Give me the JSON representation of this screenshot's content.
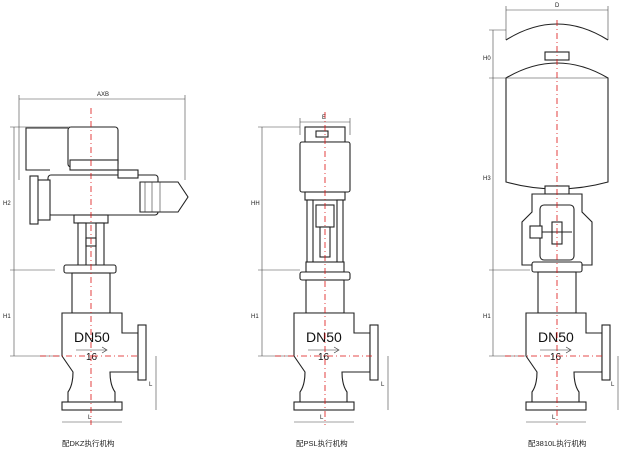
{
  "drawings": [
    {
      "actuator": "DKZ",
      "caption": "配DKZ执行机构",
      "dims": {
        "width": "AXB",
        "height_actuator": "H2",
        "height_valve": "H1",
        "flange": "L",
        "base": "L"
      },
      "body": {
        "size": "DN50",
        "pressure": "16"
      }
    },
    {
      "actuator": "PSL",
      "caption": "配PSL执行机构",
      "dims": {
        "width": "E",
        "height_actuator": "HH",
        "height_valve": "H1",
        "flange": "L",
        "base": "L"
      },
      "body": {
        "size": "DN50",
        "pressure": "16"
      }
    },
    {
      "actuator": "3810L",
      "caption": "配3810L执行机构",
      "dims": {
        "width": "D",
        "top": "H0",
        "height_actuator": "H3",
        "height_valve": "H1",
        "flange": "L",
        "base": "L"
      },
      "body": {
        "size": "DN50",
        "pressure": "16"
      }
    }
  ],
  "colors": {
    "line": "#222222",
    "centerline": "#dd1111"
  }
}
